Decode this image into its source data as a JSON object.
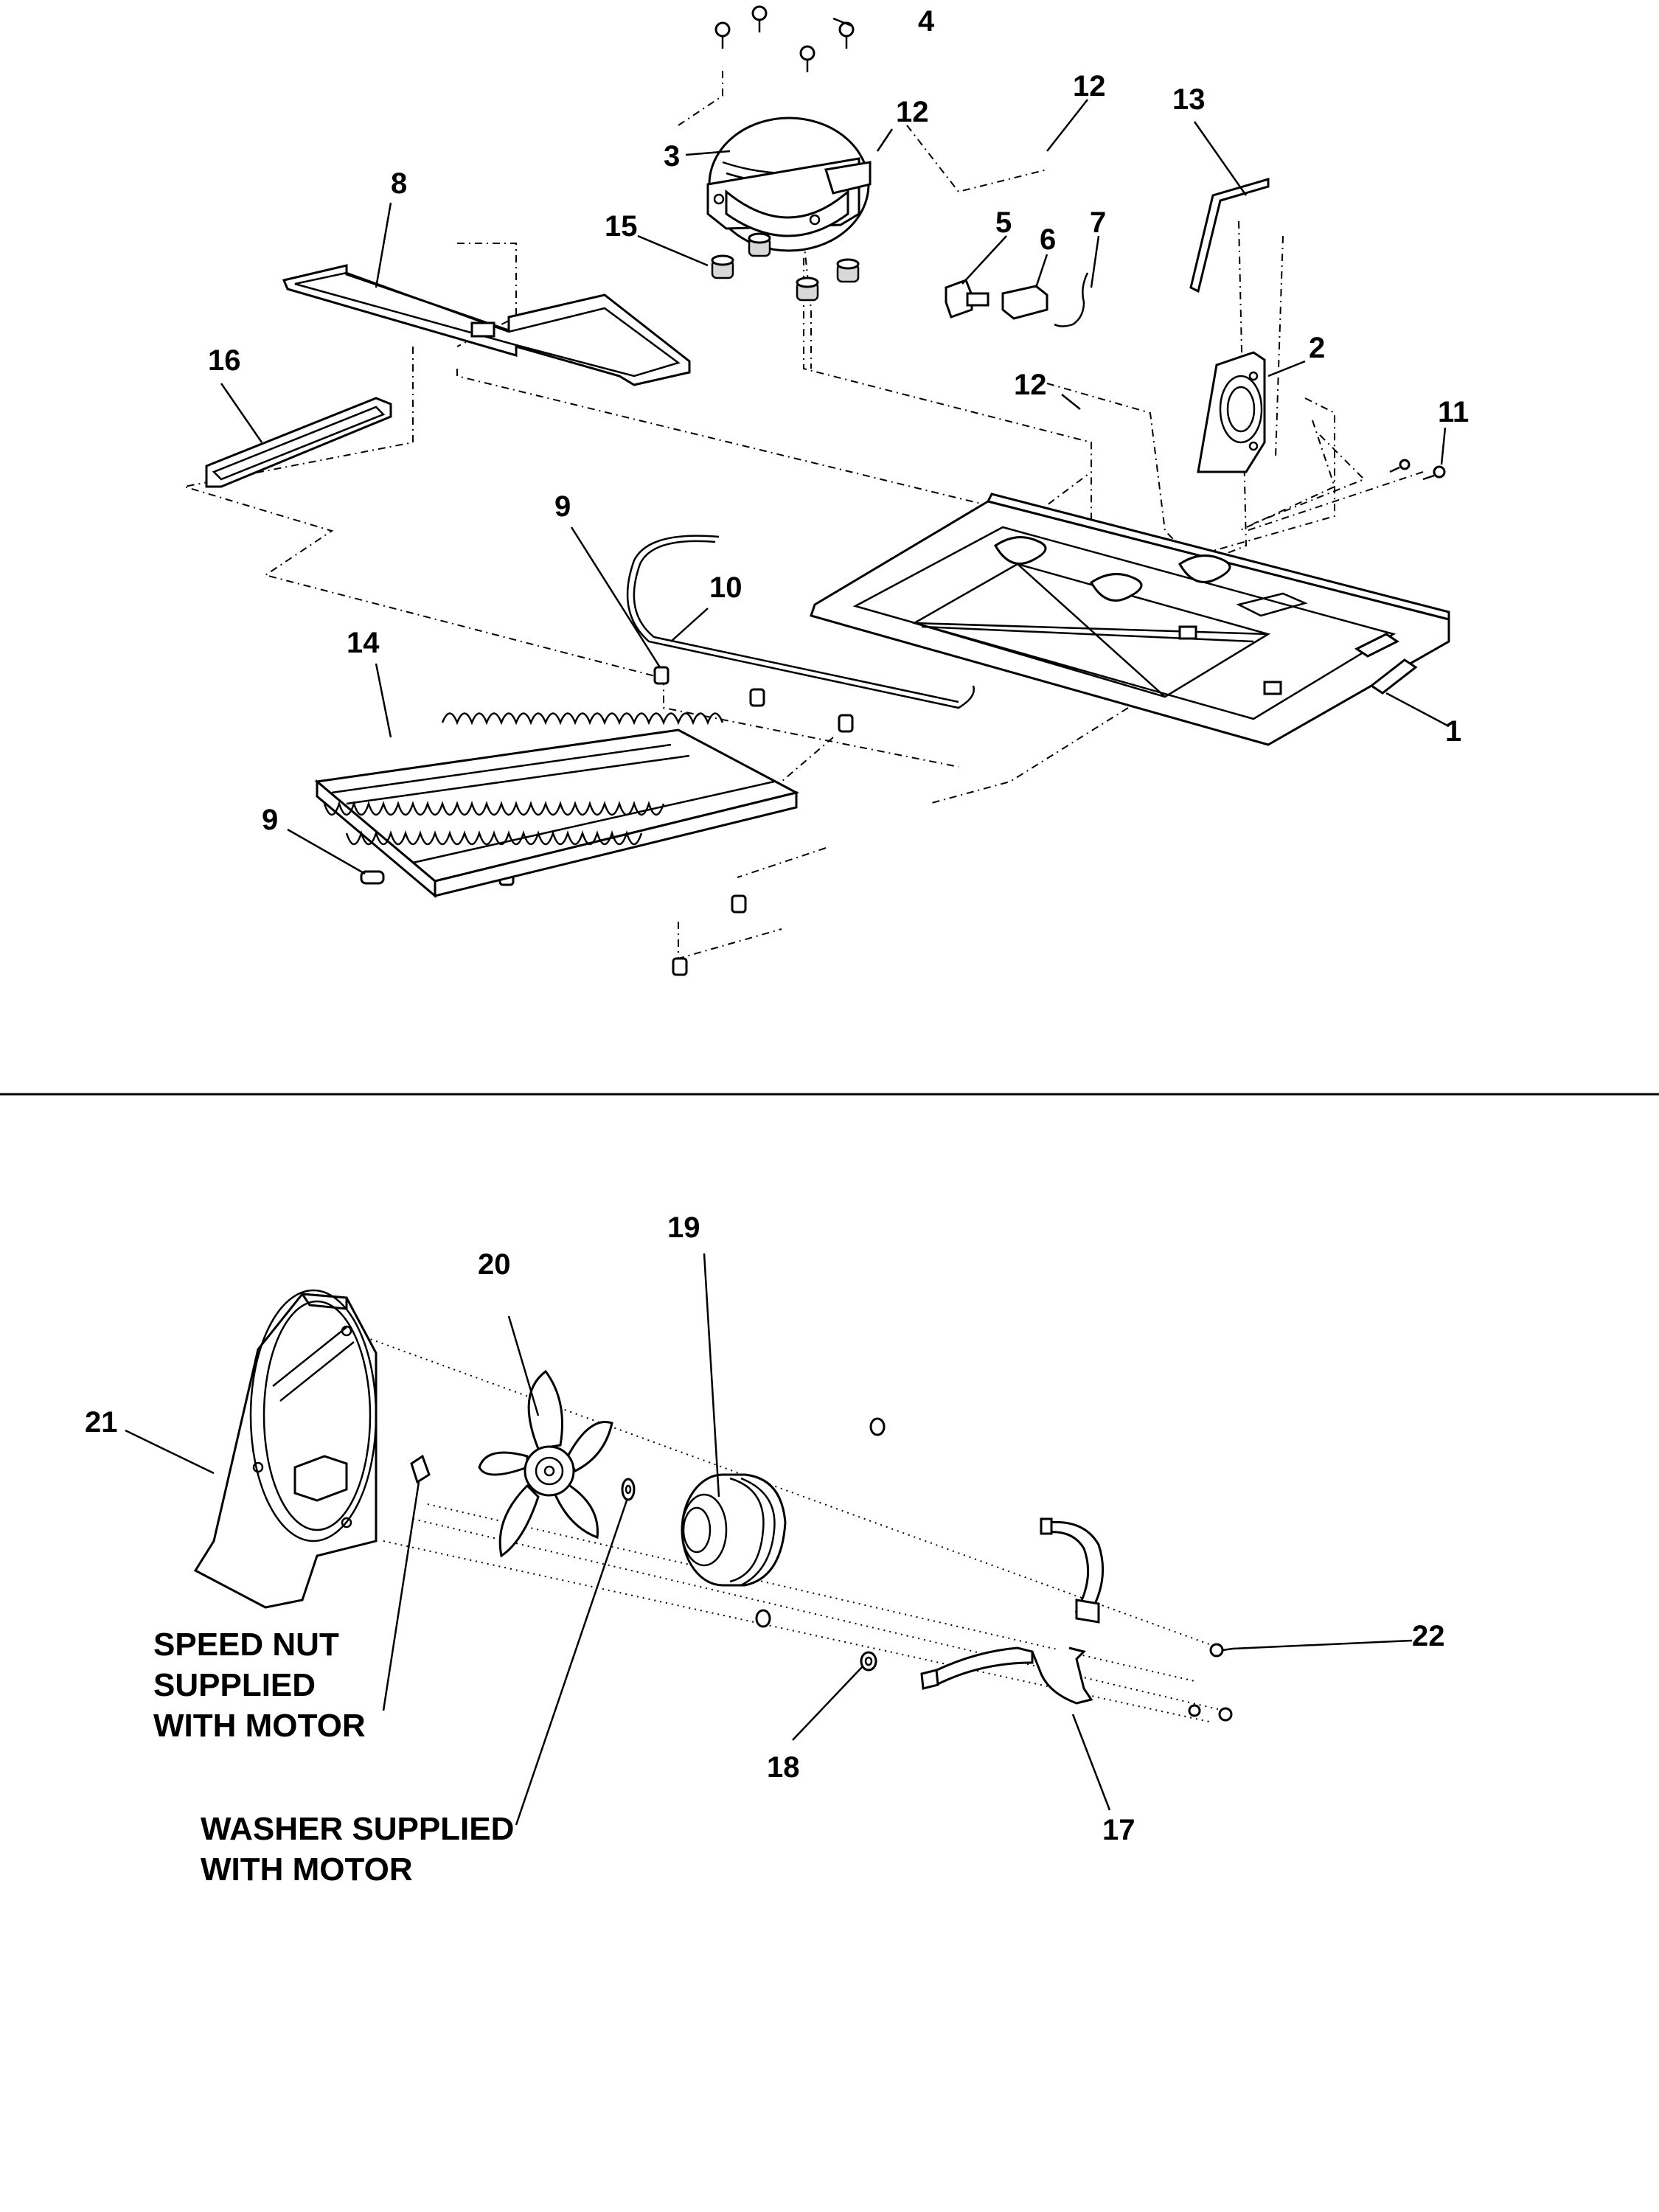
{
  "callouts": {
    "c1": "1",
    "c2": "2",
    "c3": "3",
    "c4": "4",
    "c5": "5",
    "c6": "6",
    "c7": "7",
    "c8": "8",
    "c9a": "9",
    "c9b": "9",
    "c10": "10",
    "c11": "11",
    "c12a": "12",
    "c12b": "12",
    "c12c": "12",
    "c13": "13",
    "c14": "14",
    "c15": "15",
    "c16": "16",
    "c17": "17",
    "c18": "18",
    "c19": "19",
    "c20": "20",
    "c21": "21",
    "c22": "22"
  },
  "notes": {
    "speed_nut": [
      "SPEED NUT",
      "SUPPLIED",
      "WITH MOTOR"
    ],
    "washer": [
      "WASHER SUPPLIED",
      "WITH MOTOR"
    ]
  }
}
